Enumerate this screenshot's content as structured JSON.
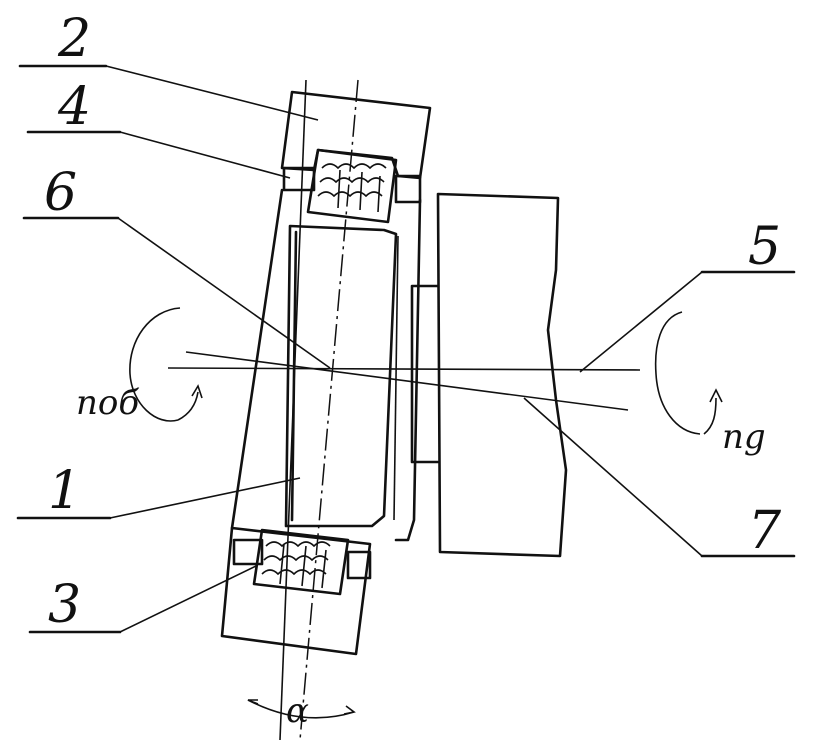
{
  "labels": {
    "l1": "1",
    "l2": "2",
    "l3": "3",
    "l4": "4",
    "l5": "5",
    "l6": "6",
    "l7": "7"
  },
  "symbols": {
    "n_left": "nоб",
    "n_right": "ng",
    "alpha": "α"
  }
}
